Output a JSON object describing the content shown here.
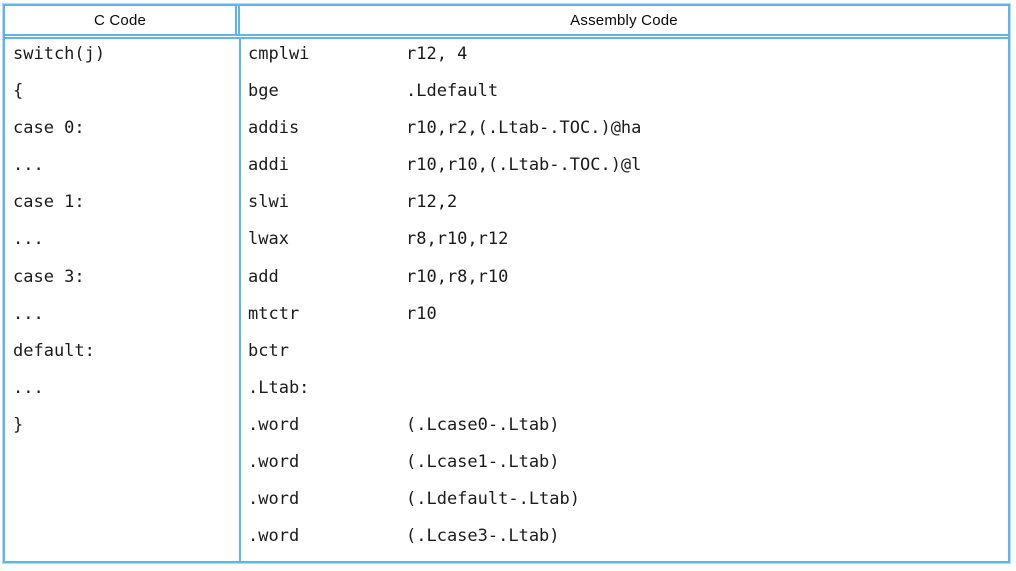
{
  "table": {
    "headers": [
      "C Code",
      "Assembly Code"
    ],
    "c_code": [
      "switch(j)",
      "{",
      "case 0:",
      "...",
      "case 1:",
      "...",
      "case 3:",
      "...",
      "default:",
      "...",
      "}"
    ],
    "assembly": [
      {
        "mnemonic": "cmplwi",
        "operands": "r12, 4"
      },
      {
        "mnemonic": "bge",
        "operands": ".Ldefault"
      },
      {
        "mnemonic": "addis",
        "operands": "r10,r2,(.Ltab-.TOC.)@ha"
      },
      {
        "mnemonic": "addi",
        "operands": "r10,r10,(.Ltab-.TOC.)@l"
      },
      {
        "mnemonic": "slwi",
        "operands": "r12,2"
      },
      {
        "mnemonic": "lwax",
        "operands": "r8,r10,r12"
      },
      {
        "mnemonic": "add",
        "operands": "r10,r8,r10"
      },
      {
        "mnemonic": "mtctr",
        "operands": "r10"
      },
      {
        "mnemonic": "bctr",
        "operands": ""
      },
      {
        "mnemonic": ".Ltab:",
        "operands": ""
      },
      {
        "mnemonic": ".word",
        "operands": "(.Lcase0-.Ltab)"
      },
      {
        "mnemonic": ".word",
        "operands": "(.Lcase1-.Ltab)"
      },
      {
        "mnemonic": ".word",
        "operands": "(.Ldefault-.Ltab)"
      },
      {
        "mnemonic": ".word",
        "operands": "(.Lcase3-.Ltab)"
      }
    ],
    "colors": {
      "border_blue": "#5db5e8",
      "border_halo": "#b3dcf4",
      "text": "#1b1b1b",
      "background": "#fdfdfd"
    }
  }
}
